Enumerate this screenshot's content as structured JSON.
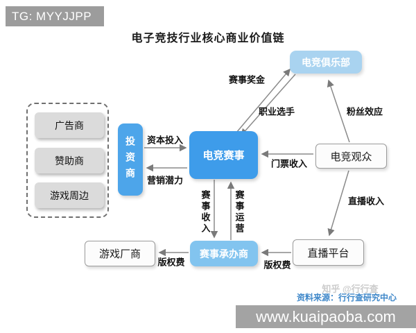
{
  "header": {
    "tag": "TG: MYYJJPP",
    "title": "电子竞技行业核心商业价值链"
  },
  "nodes": {
    "club": "电竞俱乐部",
    "event": "电竞赛事",
    "audience": "电竞观众",
    "investor": "投资商",
    "organizer": "赛事承办商",
    "game_maker": "游戏厂商",
    "stream_platform": "直播平台",
    "advertiser": "广告商",
    "sponsor": "赞助商",
    "game_merch": "游戏周边"
  },
  "edges": {
    "capital": "资本投入",
    "marketing": "营销潜力",
    "prize": "赛事奖金",
    "players": "职业选手",
    "fans": "粉丝效应",
    "tickets": "门票收入",
    "event_income": "赛事收入",
    "event_ops": "赛事运营",
    "copyright_a": "版权费",
    "copyright_b": "版权费",
    "stream_income": "直播收入"
  },
  "footer": {
    "zhihu": "知乎 @行行查",
    "source": "资料来源：行行查研究中心",
    "site": "www.kuaipaoba.com"
  },
  "colors": {
    "event_blue": "#3E9CEA",
    "investor_blue": "#4DA5EA",
    "organizer_blue": "#82C4EF",
    "club_blue": "#A9D3F0",
    "gray_box": "#DBDBDB",
    "line_gray": "#8A8A8A",
    "source_blue": "#3E87C9",
    "tag_bar_gray": "#9C9C9C",
    "site_band_gray": "#A3A3A3"
  }
}
